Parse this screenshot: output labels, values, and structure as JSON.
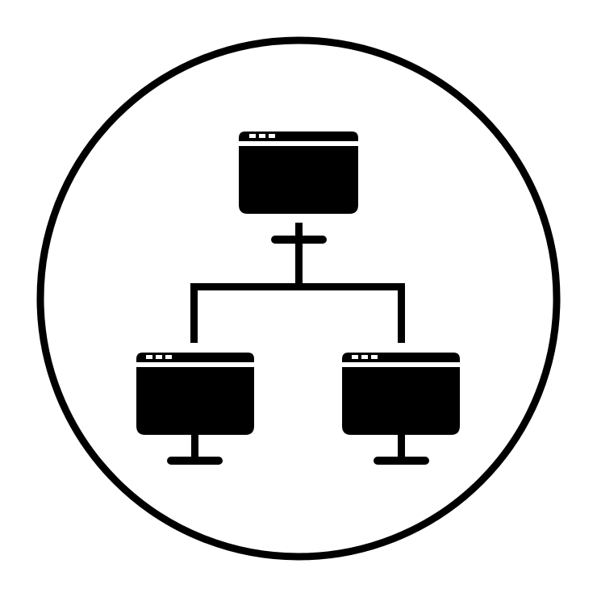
{
  "icon": {
    "name": "network-hierarchy-icon",
    "style": "glyph",
    "foreground_color": "#000000",
    "background_color": "#ffffff",
    "nodes": [
      {
        "name": "root-window",
        "kind": "browser-window",
        "level": "top"
      },
      {
        "name": "left-monitor",
        "kind": "monitor-with-stand",
        "level": "bottom"
      },
      {
        "name": "right-monitor",
        "kind": "monitor-with-stand",
        "level": "bottom"
      }
    ]
  }
}
